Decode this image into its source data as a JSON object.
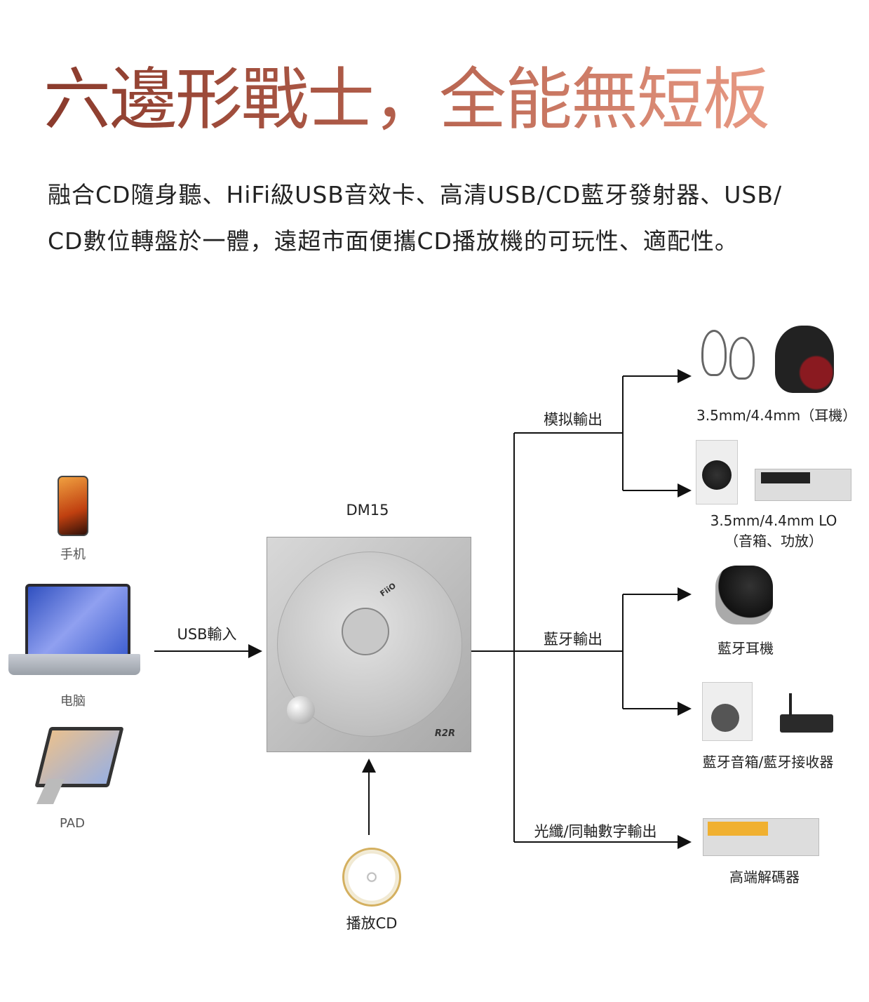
{
  "title": "六邊形戰士，全能無短板",
  "title_colors": [
    "#8a3a2c",
    "#e89a84"
  ],
  "subtitle": {
    "line1": "融合CD隨身聽、HiFi級USB音效卡、高清USB/CD藍牙發射器、USB/",
    "line2": "CD數位轉盤於一體，遠超市面便攜CD播放機的可玩性、適配性。"
  },
  "inputs": {
    "phone": "手机",
    "laptop": "电脑",
    "tablet": "PAD",
    "usb_in": "USB輸入",
    "cd": "播放CD"
  },
  "device": {
    "name": "DM15",
    "brand": "FiiO",
    "mark": "R2R"
  },
  "outputs": {
    "analog": "模拟輸出",
    "bluetooth": "藍牙輸出",
    "digital": "光纖/同軸數字輸出",
    "headphones": "3.5mm/4.4mm（耳機）",
    "lineout": "3.5mm/4.4mm LO",
    "lineout_note": "（音箱、功放）",
    "bt_earbuds": "藍牙耳機",
    "bt_speaker": "藍牙音箱/藍牙接收器",
    "dac": "高端解碼器"
  }
}
